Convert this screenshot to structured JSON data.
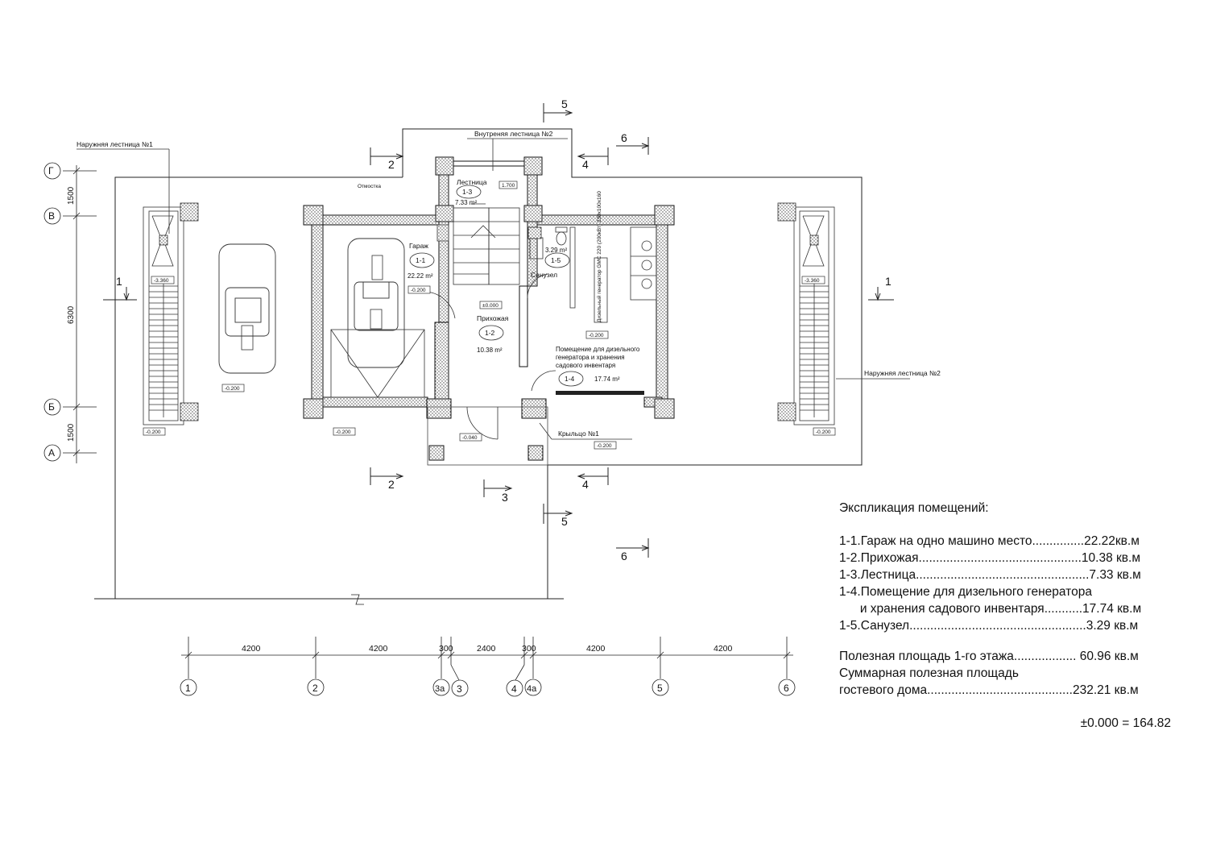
{
  "labels": {
    "stair_outer_1": "Наружняя лестница №1",
    "stair_outer_2": "Наружняя лестница №2",
    "stair_inner_2": "Внутреняя лестница №2",
    "otmostka": "Отмостка",
    "porch": "Крыльцо №1",
    "generator": "Дизельный генератор GMC 220 (200кВт) 230х100х160"
  },
  "rooms": [
    {
      "name": "Гараж",
      "id": "1-1",
      "area": "22.22 m²"
    },
    {
      "name": "Прихожая",
      "id": "1-2",
      "area": "10.38 m²"
    },
    {
      "name": "Лестница",
      "id": "1-3",
      "area": "7.33 m²"
    },
    {
      "name_lines": [
        "Помещение для дизельного",
        "генератора и хранения",
        "садового инвентаря"
      ],
      "id": "1-4",
      "area": "17.74 m²"
    },
    {
      "name": "Санузел",
      "id": "1-5",
      "area": "3.29 m²"
    }
  ],
  "levels": {
    "l_3360_a": "-3.360",
    "l_3360_b": "-3.360",
    "l_0200_garage_in": "-0.200",
    "l_0200_car": "-0.200",
    "l_0200_stair1": "-0.200",
    "l_0200_front": "-0.200",
    "l_0000": "±0.000",
    "l_0200_gen": "-0.200",
    "l_0040": "-0.040",
    "l_0200_porch": "-0.200",
    "l_0200_stair2": "-0.200",
    "l_1700": "1.700"
  },
  "section_marks": {
    "s1": "1",
    "s2": "2",
    "s3": "3",
    "s4": "4",
    "s5": "5",
    "s6": "6"
  },
  "grid_letters": {
    "g": "Г",
    "v": "В",
    "b": "Б",
    "a": "А"
  },
  "grid_numbers": {
    "n1": "1",
    "n2": "2",
    "n3a": "3а",
    "n3": "3",
    "n4": "4",
    "n4a": "4а",
    "n5": "5",
    "n6": "6"
  },
  "dims_vertical": {
    "d1": "1500",
    "d2": "6300",
    "d3": "1500"
  },
  "dims_horizontal": {
    "d1": "4200",
    "d2": "4200",
    "d3": "300",
    "d4": "2400",
    "d5": "300",
    "d6": "4200",
    "d7": "4200"
  },
  "explication": {
    "title": "Экспликация помещений:",
    "lines": [
      "1-1.Гараж на одно машино место...............22.22кв.м",
      "1-2.Прихожая...............................................10.38 кв.м",
      "1-3.Лестница..................................................7.33 кв.м",
      "1-4.Помещение для дизельного генератора",
      "      и хранения садового инвентаря...........17.74 кв.м",
      "1-5.Санузел...................................................3.29 кв.м"
    ],
    "useful_area": "Полезная площадь 1-го этажа.................. 60.96 кв.м",
    "total_area_1": "Суммарная полезная площадь",
    "total_area_2": "гостевого дома..........................................232.21 кв.м",
    "elevation": "±0.000 = 164.82"
  }
}
